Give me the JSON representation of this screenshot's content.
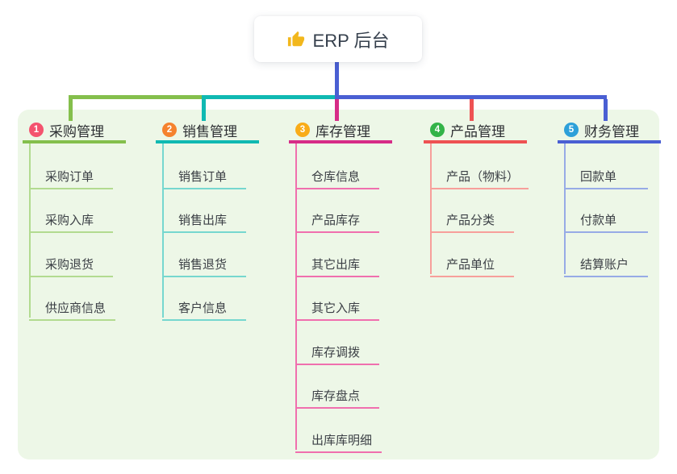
{
  "root": {
    "label": "ERP 后台",
    "icon": "thumbs-up-icon",
    "icon_color": "#f2b71c",
    "background": "#ffffff",
    "text_color": "#36404d"
  },
  "canvas": {
    "background": "#ffffff",
    "panel_background": "#edf7e7",
    "root_connector_color": "#4a5fd3"
  },
  "branches": [
    {
      "number": "1",
      "label": "采购管理",
      "line_color": "#84bf4c",
      "badge_color": "#f4536e",
      "child_line_color": "#b2db90",
      "children": [
        "采购订单",
        "采购入库",
        "采购退货",
        "供应商信息"
      ]
    },
    {
      "number": "2",
      "label": "销售管理",
      "line_color": "#10b9b2",
      "badge_color": "#f5822e",
      "child_line_color": "#76d7cf",
      "children": [
        "销售订单",
        "销售出库",
        "销售退货",
        "客户信息"
      ]
    },
    {
      "number": "3",
      "label": "库存管理",
      "line_color": "#d62c87",
      "badge_color": "#f9ac18",
      "child_line_color": "#f06fae",
      "children": [
        "仓库信息",
        "产品库存",
        "其它出库",
        "其它入库",
        "库存调拨",
        "库存盘点",
        "出库库明细"
      ]
    },
    {
      "number": "4",
      "label": "产品管理",
      "line_color": "#ee5253",
      "badge_color": "#33b348",
      "child_line_color": "#f79f9b",
      "children": [
        "产品（物料）",
        "产品分类",
        "产品单位"
      ]
    },
    {
      "number": "5",
      "label": "财务管理",
      "line_color": "#4a5fd3",
      "badge_color": "#2da0d9",
      "child_line_color": "#97abe6",
      "children": [
        "回款单",
        "付款单",
        "结算账户"
      ]
    }
  ]
}
